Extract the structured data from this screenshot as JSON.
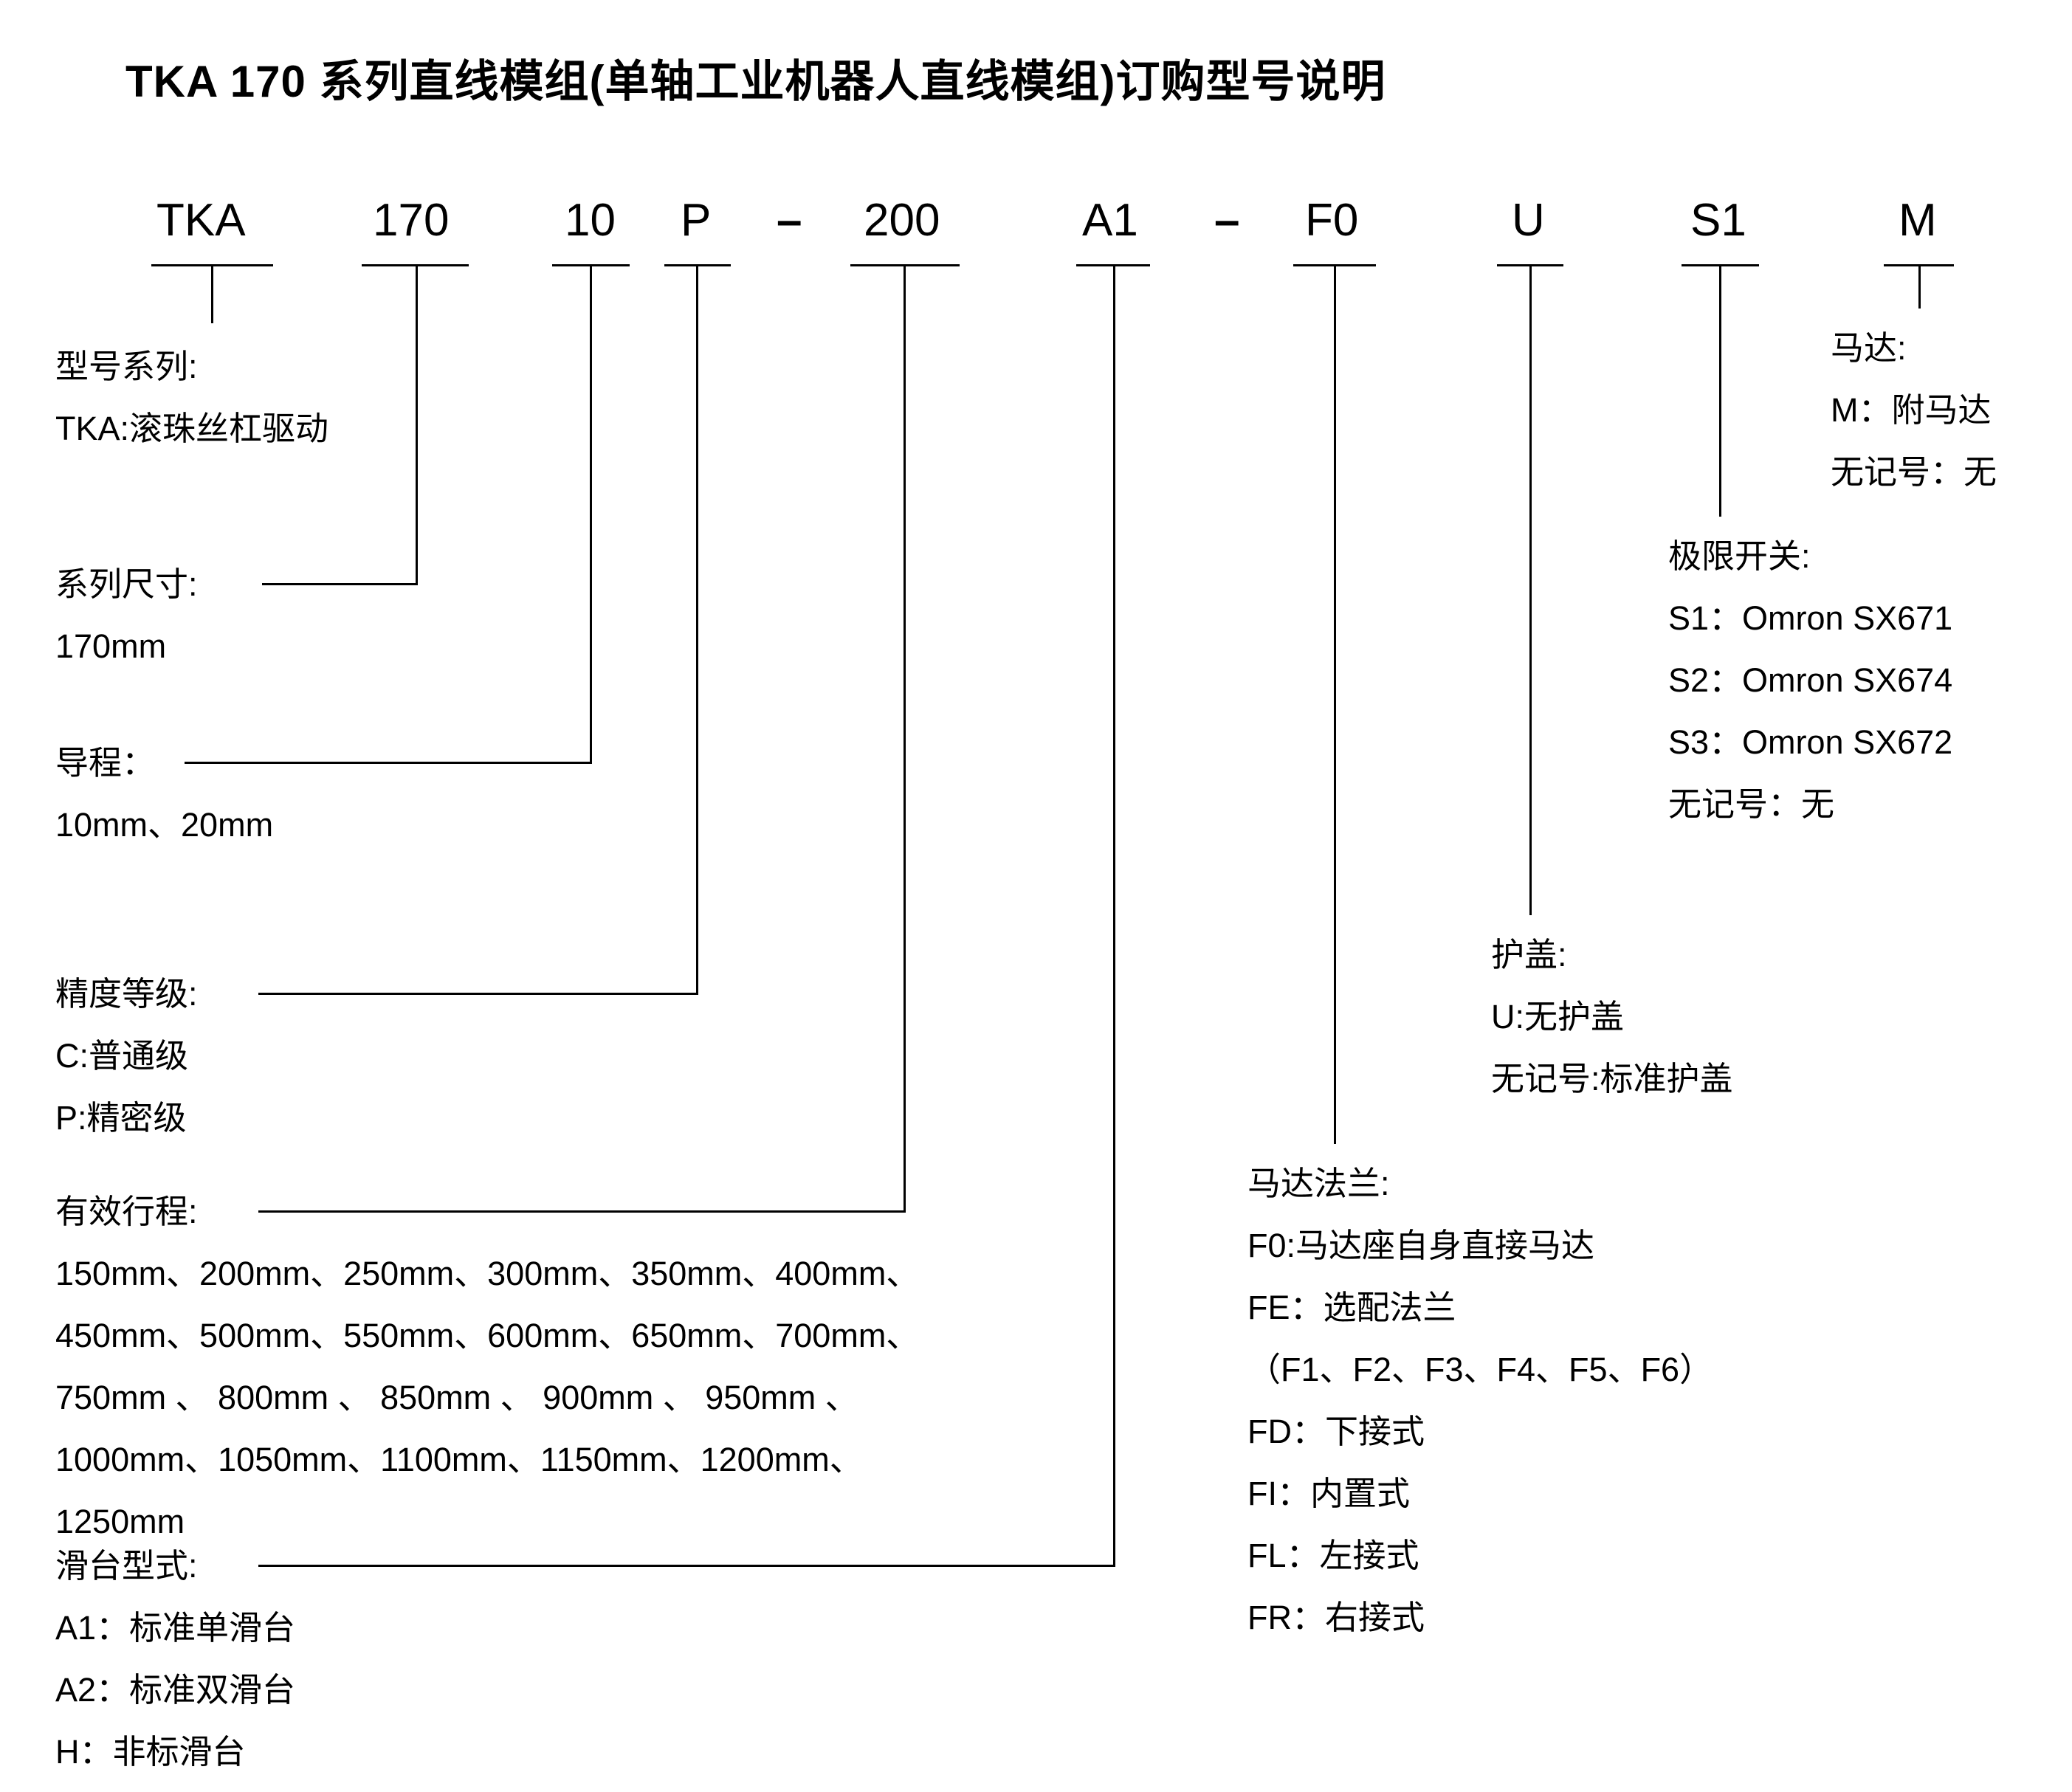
{
  "title": "TKA 170 系列直线模组(单轴工业机器人直线模组)订购型号说明",
  "part_number": {
    "segments": [
      "TKA",
      "170",
      "10",
      "P",
      "–",
      "200",
      "A1",
      "–",
      "F0",
      "U",
      "S1",
      "M"
    ]
  },
  "labels": {
    "model_series": {
      "heading": "型号系列:",
      "lines": [
        "TKA:滚珠丝杠驱动"
      ]
    },
    "series_size": {
      "heading": "系列尺寸:",
      "lines": [
        "170mm"
      ]
    },
    "lead": {
      "heading": "导程：",
      "lines": [
        "10mm、20mm"
      ]
    },
    "precision": {
      "heading": "精度等级:",
      "lines": [
        "C:普通级",
        "P:精密级"
      ]
    },
    "stroke": {
      "heading": "有效行程:",
      "lines": [
        "150mm、200mm、250mm、300mm、350mm、400mm、",
        "450mm、500mm、550mm、600mm、650mm、700mm、",
        "750mm 、 800mm 、 850mm 、 900mm 、 950mm 、",
        "1000mm、1050mm、1100mm、1150mm、1200mm、",
        "1250mm"
      ]
    },
    "slide_type": {
      "heading": "滑台型式:",
      "lines": [
        "A1：标准单滑台",
        "A2：标准双滑台",
        "H：非标滑台"
      ]
    },
    "motor_flange": {
      "heading": "马达法兰:",
      "lines": [
        "F0:马达座自身直接马达",
        "FE：选配法兰",
        "（F1、F2、F3、F4、F5、F6）",
        "FD：下接式",
        "FI：内置式",
        "FL：左接式",
        "FR：右接式"
      ]
    },
    "cover": {
      "heading": "护盖:",
      "lines": [
        "U:无护盖",
        "无记号:标准护盖"
      ]
    },
    "limit_switch": {
      "heading": "极限开关:",
      "lines": [
        "S1：Omron SX671",
        "S2：Omron SX674",
        "S3：Omron SX672",
        "无记号：无"
      ]
    },
    "motor": {
      "heading": "马达:",
      "lines": [
        "M：附马达",
        "无记号：无"
      ]
    }
  }
}
